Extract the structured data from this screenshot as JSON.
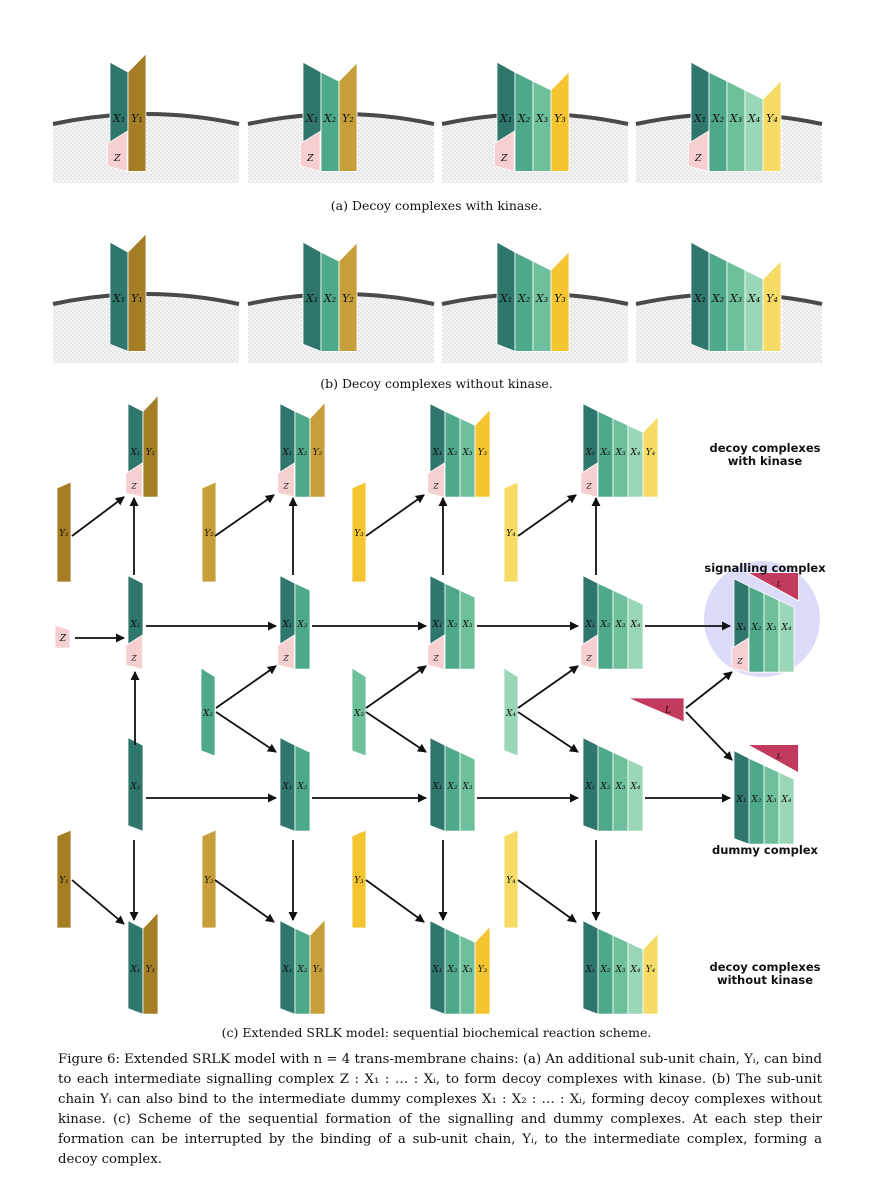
{
  "colors": {
    "X1": "#2f766c",
    "X2": "#4ea88a",
    "X3": "#6dc09b",
    "X4": "#9ad6b8",
    "Y1": "#a47d24",
    "Y2": "#c79f3a",
    "Y3": "#f4c531",
    "Y4": "#f6dc67",
    "Z": "#f6cfd2",
    "L": "#c23b5e",
    "signalling_halo": "#dcdcfa",
    "membrane": "#4a4a4a"
  },
  "labels": {
    "X1": "X₁",
    "X2": "X₂",
    "X3": "X₃",
    "X4": "X₄",
    "Y1": "Y₁",
    "Y2": "Y₂",
    "Y3": "Y₃",
    "Y4": "Y₄",
    "Z": "Z",
    "L": "L"
  },
  "captions": {
    "a": "(a) Decoy complexes with kinase.",
    "b": "(b) Decoy complexes without kinase.",
    "c": "(c) Extended SRLK model: sequential biochemical reaction scheme."
  },
  "side_labels": {
    "decoy_kinase": "decoy complexes\nwith kinase",
    "signalling": "signalling complex",
    "dummy": "dummy complex",
    "decoy_no_kinase": "decoy complexes\nwithout kinase"
  },
  "figure_caption": "Figure 6: Extended SRLK model with n = 4 trans-membrane chains: (a) An additional sub-unit chain, Yᵢ, can bind to each intermediate signalling complex Z : X₁ : … : Xᵢ, to form decoy complexes with kinase. (b) The sub-unit chain Yᵢ can also bind to the intermediate dummy complexes X₁ : X₂ : … : Xᵢ, forming decoy complexes without kinase. (c) Scheme of the sequential formation of the signalling and dummy complexes. At each step their formation can be interrupted by the binding of a sub-unit chain, Yᵢ, to the intermediate complex, forming a decoy complex."
}
